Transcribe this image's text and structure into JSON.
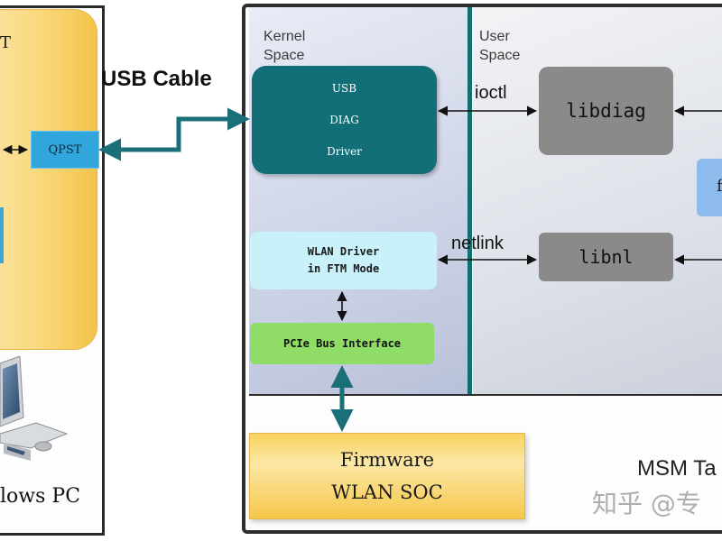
{
  "pc_side": {
    "title_fragment": "T",
    "qpst_label": "QPST",
    "caption": "lows PC"
  },
  "link": {
    "usb_cable_label": "USB Cable"
  },
  "msm_side": {
    "kernel_space_label": [
      "Kernel",
      "Space"
    ],
    "user_space_label": [
      "User",
      "Space"
    ],
    "usb_diag_driver_lines": [
      "USB",
      "DIAG",
      "Driver"
    ],
    "ioctl_label": "ioctl",
    "libdiag_label": "libdiag",
    "user_app_fragment": "f",
    "wlan_driver_lines": [
      "WLAN Driver",
      "in FTM Mode"
    ],
    "netlink_label": "netlink",
    "libnl_label": "libnl",
    "pcie_bus_label": "PCIe Bus Interface",
    "firmware_lines": [
      "Firmware",
      "WLAN SOC"
    ],
    "caption": "MSM Ta"
  },
  "watermark": "知乎 @专",
  "colors": {
    "usb_diag_driver": "#126f77",
    "wlan_driver": "#c8f1f9",
    "pcie_bus": "#8fdc66",
    "library_boxes": "#8a8a8a",
    "qpst": "#30a6dc",
    "divider": "#11706f",
    "firmware": "#f9d35e"
  }
}
